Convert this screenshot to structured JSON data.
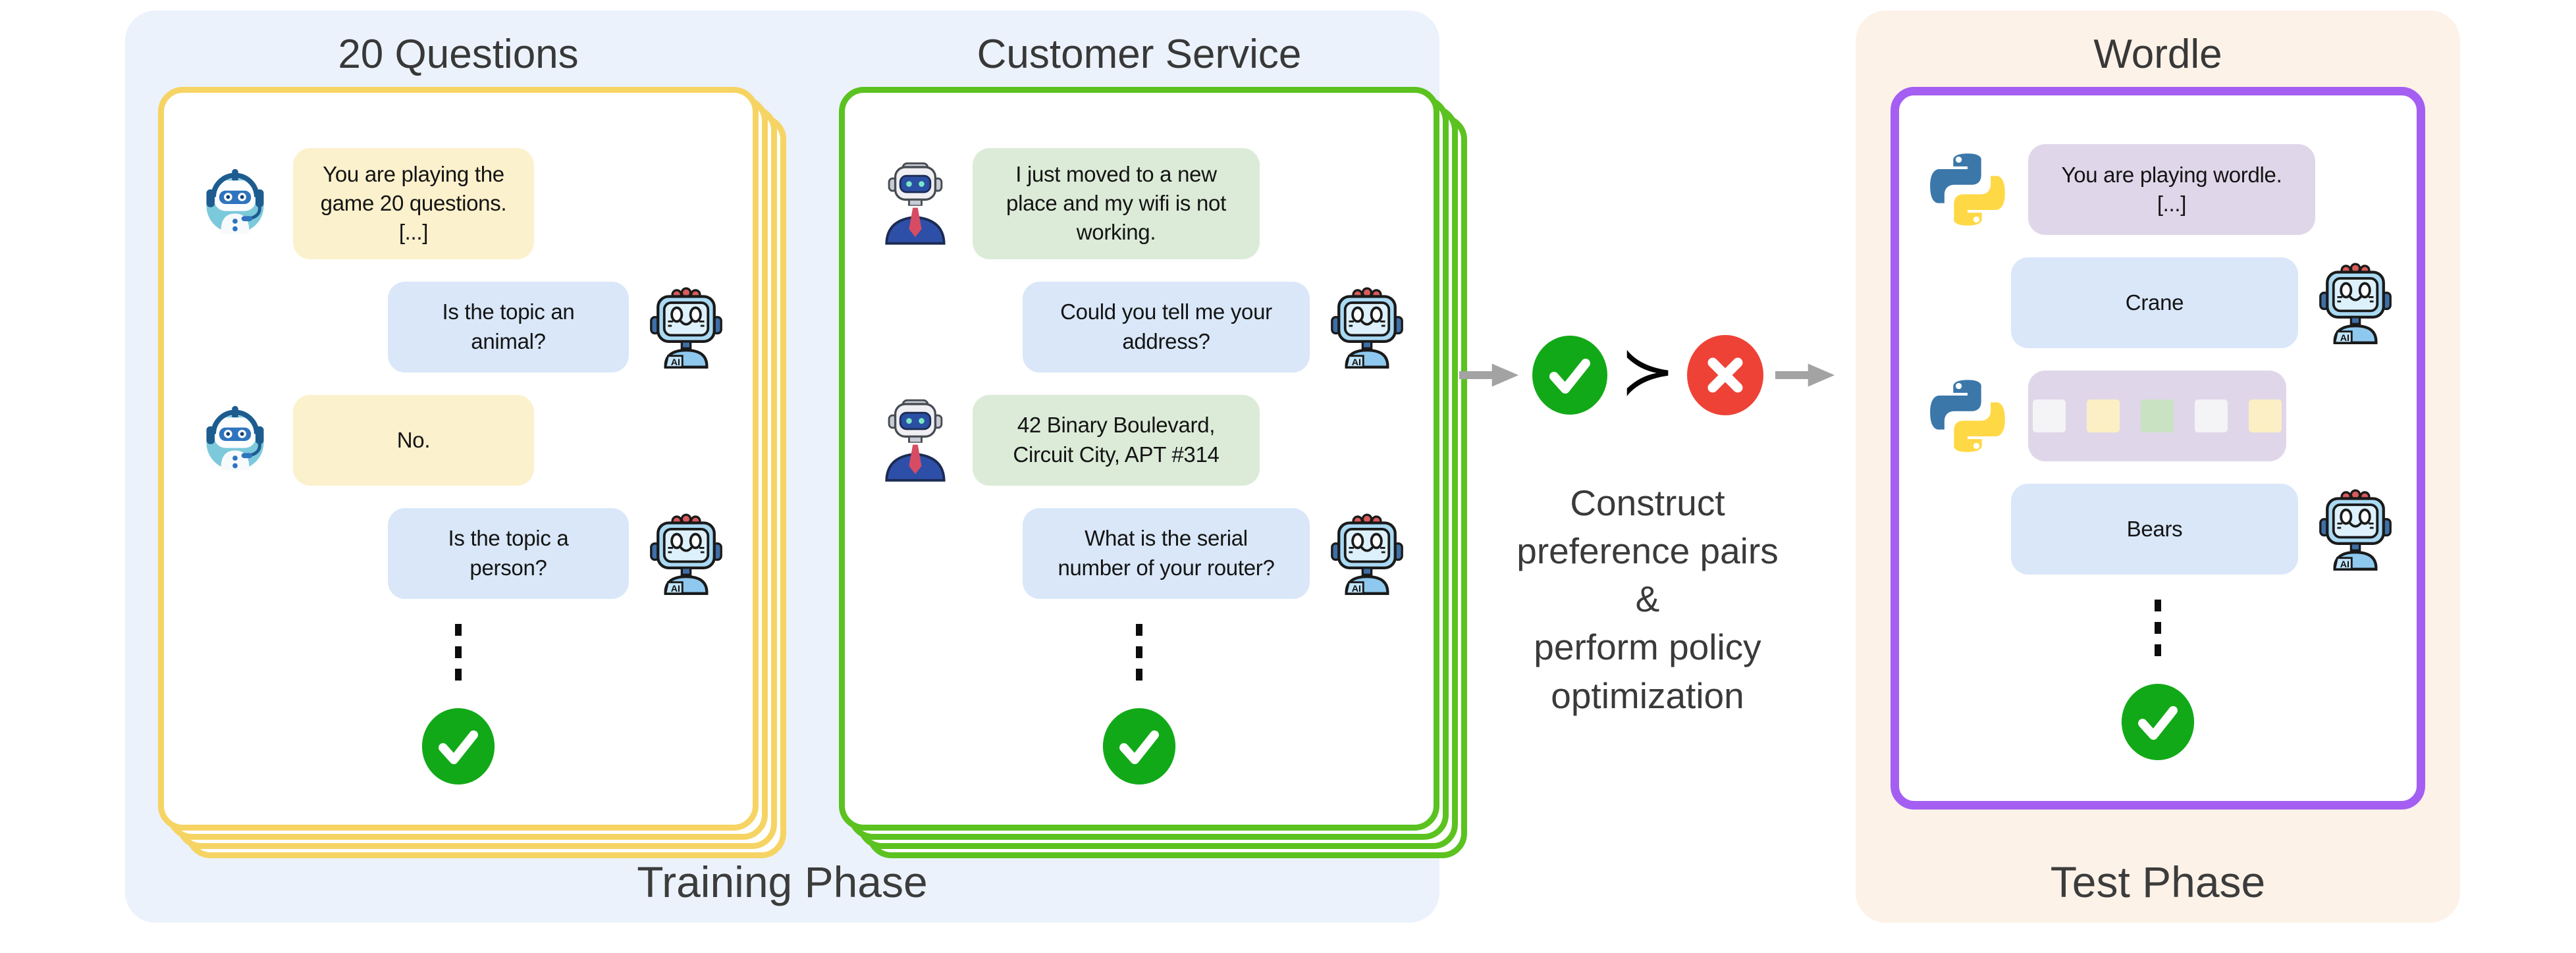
{
  "training": {
    "label": "Training Phase",
    "games": [
      {
        "title": "20 Questions",
        "messages": [
          {
            "speaker": "environment",
            "text": "You are playing the\ngame 20 questions.\n[...]"
          },
          {
            "speaker": "agent",
            "text": "Is the topic an\nanimal?"
          },
          {
            "speaker": "environment",
            "text": "No."
          },
          {
            "speaker": "agent",
            "text": "Is the topic a\nperson?"
          }
        ]
      },
      {
        "title": "Customer Service",
        "messages": [
          {
            "speaker": "customer",
            "text": "I just moved to a new\nplace and my wifi is not\nworking."
          },
          {
            "speaker": "agent",
            "text": "Could you tell me your\naddress?"
          },
          {
            "speaker": "customer",
            "text": "42 Binary Boulevard,\nCircuit City, APT #314"
          },
          {
            "speaker": "agent",
            "text": "What is the serial\nnumber of your router?"
          }
        ]
      }
    ]
  },
  "middle": {
    "succ_symbol": "≻",
    "construct_text": "Construct\npreference pairs\n&\nperform policy\noptimization"
  },
  "test": {
    "label": "Test Phase",
    "game": {
      "title": "Wordle",
      "messages": [
        {
          "speaker": "environment",
          "text": "You are playing wordle.\n[...]"
        },
        {
          "speaker": "agent",
          "text": "Crane"
        },
        {
          "speaker": "agent",
          "text": "Bears"
        }
      ],
      "squares": [
        "gray",
        "yellow",
        "green",
        "gray",
        "yellow"
      ],
      "square_colors": {
        "gray": "#F4F3F6",
        "yellow": "#FCEFC5",
        "green": "#C9E2C2"
      }
    }
  },
  "icons": {
    "ai_label": "AI"
  },
  "colors": {
    "training_panel_bg": "#EBF2FC",
    "test_panel_bg": "#FDF2E8",
    "card_20q_border": "#F6D464",
    "card_cs_border": "#5BC220",
    "card_wordle_border": "#A45FF2",
    "bubble_yellow": "#FCF1CD",
    "bubble_blue": "#D9E7F8",
    "bubble_green": "#DCEBD8",
    "bubble_lavender": "#DFD7E9",
    "check_green": "#12A918",
    "cross_red": "#EE4237",
    "arrow_gray": "#A3A3A3"
  }
}
